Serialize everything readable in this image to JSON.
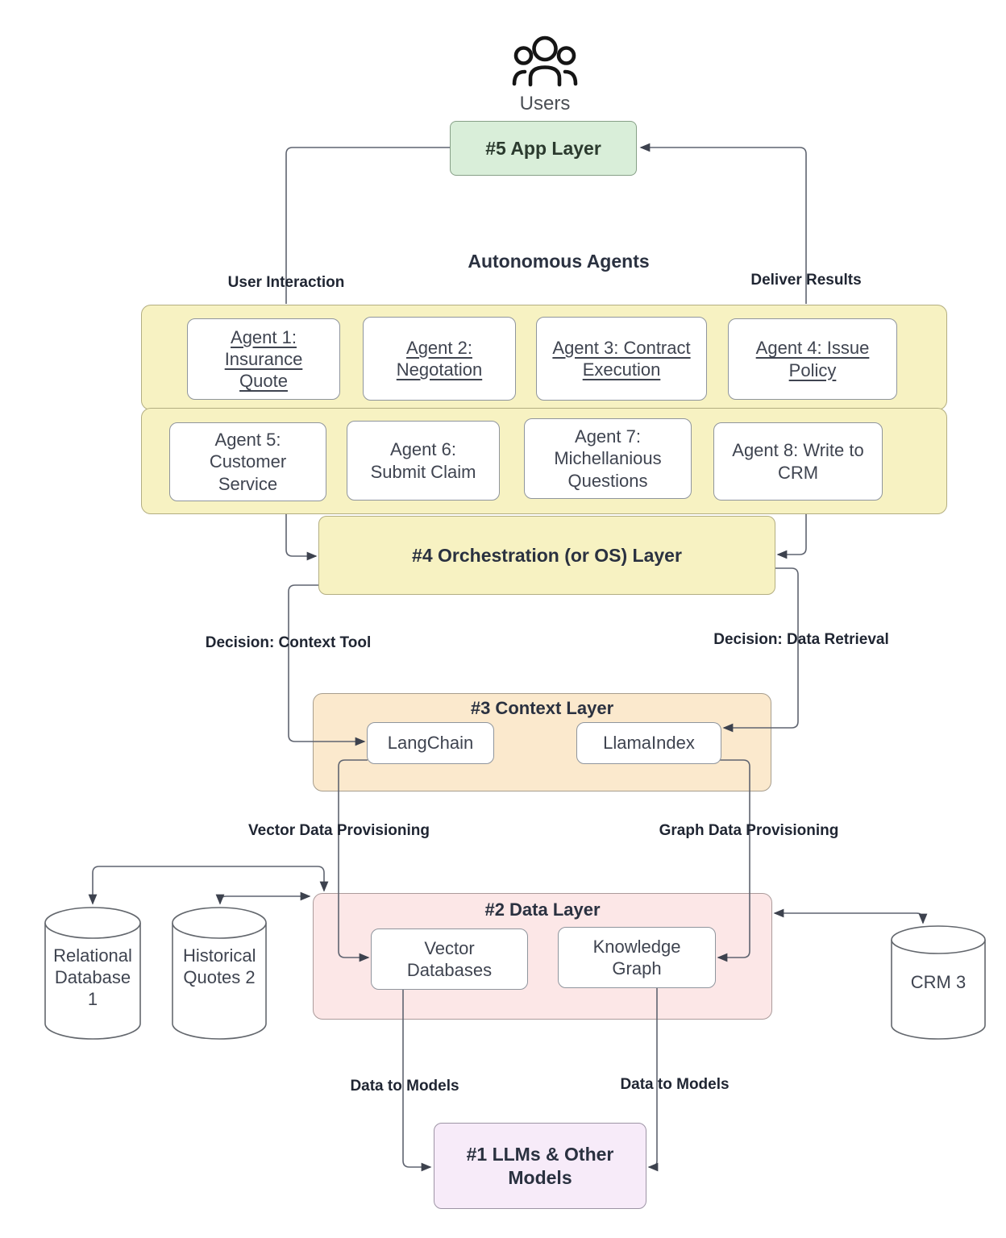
{
  "diagram": {
    "users_label": "Users",
    "app_layer_title": "#5 App Layer",
    "agents_title": "Autonomous Agents",
    "orchestration_title": "#4 Orchestration (or OS) Layer",
    "context_layer_title": "#3 Context Layer",
    "data_layer_title": "#2 Data Layer",
    "llm_layer_title": "#1 LLMs & Other Models"
  },
  "agents": {
    "row1": [
      {
        "label": "Agent 1: Insurance Quote"
      },
      {
        "label": "Agent 2: Negotation"
      },
      {
        "label": "Agent 3: Contract Execution"
      },
      {
        "label": "Agent 4: Issue Policy"
      }
    ],
    "row2": [
      {
        "label": "Agent 5: Customer Service"
      },
      {
        "label": "Agent 6: Submit Claim"
      },
      {
        "label": "Agent 7: Michellanious Questions"
      },
      {
        "label": "Agent 8: Write to CRM"
      }
    ]
  },
  "context_tools": [
    {
      "label": "LangChain"
    },
    {
      "label": "LlamaIndex"
    }
  ],
  "data_stores": [
    {
      "label": "Vector Databases"
    },
    {
      "label": "Knowledge Graph"
    }
  ],
  "databases": [
    {
      "label": "Relational Database 1"
    },
    {
      "label": "Historical Quotes 2"
    },
    {
      "label": "CRM 3"
    }
  ],
  "edge_labels": {
    "user_interaction": "User Interaction",
    "deliver_results": "Deliver Results",
    "decision_context_tool": "Decision: Context Tool",
    "decision_data_retrieval": "Decision: Data Retrieval",
    "vector_data_provisioning": "Vector Data Provisioning",
    "graph_data_provisioning": "Graph Data Provisioning",
    "data_to_models_left": "Data to Models",
    "data_to_models_right": "Data to Models"
  },
  "colors": {
    "app_layer": "#d9eed9",
    "agents_layer": "#f7f2c2",
    "context_layer": "#fbe9cd",
    "data_layer": "#fce7e7",
    "llm_layer": "#f7ebf9",
    "connector": "#5f6470",
    "arrowhead": "#3d424e"
  }
}
